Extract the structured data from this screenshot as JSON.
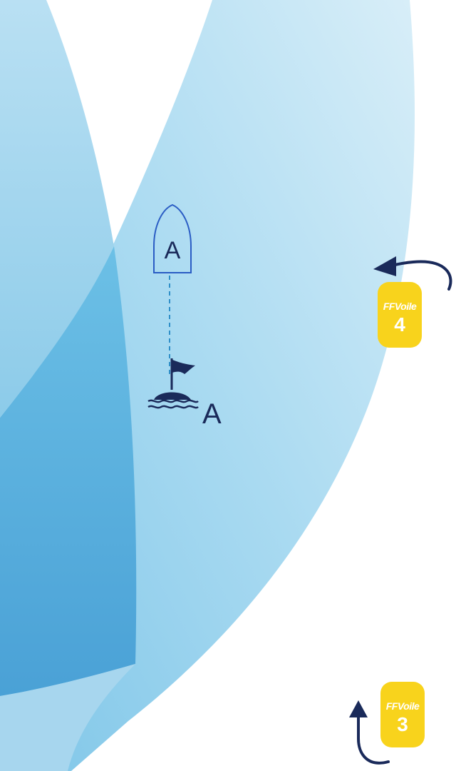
{
  "boat": {
    "label": "A",
    "icon": "boat-hull-icon"
  },
  "mark": {
    "label": "A",
    "icon": "buoy-flag-icon"
  },
  "badges": [
    {
      "logo": "FFVoile",
      "number": "4"
    },
    {
      "logo": "FFVoile",
      "number": "3"
    }
  ],
  "colors": {
    "navy": "#1a2a5a",
    "badge_yellow": "#f8d31c",
    "sail_light": "#bfe3f3",
    "sail_mid": "#8fcdea",
    "sail_dark": "#5fb3de"
  }
}
